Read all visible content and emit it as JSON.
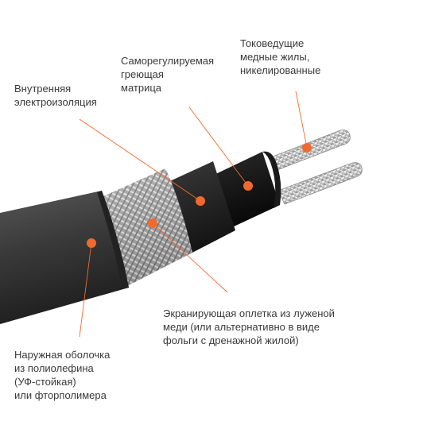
{
  "labels": {
    "conductors": {
      "lines": [
        "Токоведущие",
        "медные жилы,",
        "никелированные"
      ]
    },
    "matrix": {
      "lines": [
        "Саморегулируемая",
        "греющая",
        "матрица"
      ]
    },
    "inner_insulation": {
      "lines": [
        "Внутренняя",
        "электроизоляция"
      ]
    },
    "braid": {
      "lines": [
        "Экранирующая оплетка из луженой",
        "меди (или альтернативно в виде",
        "фольги с дренажной жилой)"
      ]
    },
    "outer_jacket": {
      "lines": [
        "Наружная оболочка",
        "из полиолефина",
        "(УФ-стойкая)",
        "или фторполимера"
      ]
    }
  },
  "colors": {
    "marker": "#f06a2e",
    "leader": "#f06a2e",
    "jacket": "#3b3b3b",
    "conductor": "#c8c8c8"
  }
}
